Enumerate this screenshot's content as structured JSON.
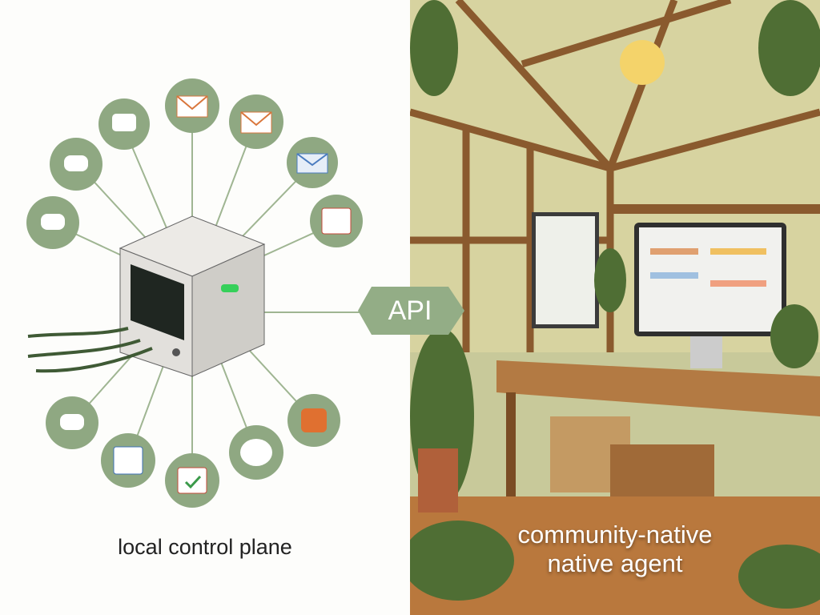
{
  "left_panel": {
    "caption": "local control plane"
  },
  "connector": {
    "label": "API"
  },
  "right_panel": {
    "caption_line1": "community-native",
    "caption_line2": "native agent"
  },
  "colors": {
    "bubble_green": "#8fa882",
    "api_green": "#93ad86",
    "wood": "#8a5a2e",
    "floor": "#b9783d"
  }
}
